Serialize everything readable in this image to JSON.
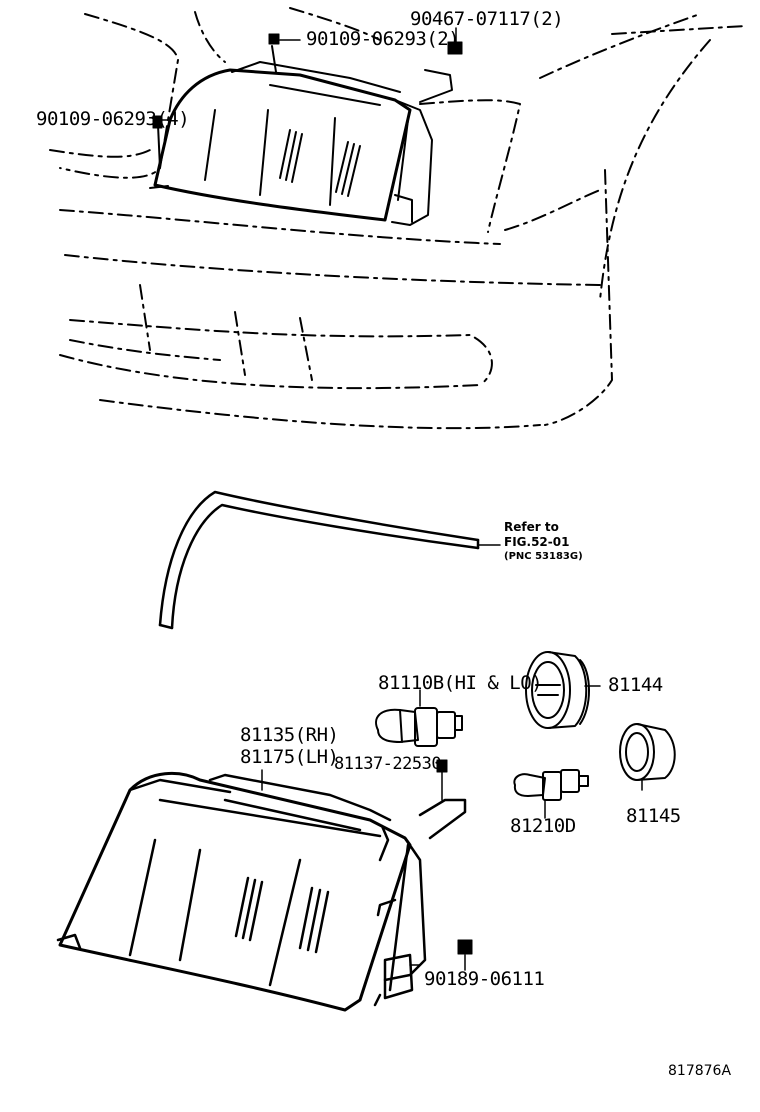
{
  "callouts": {
    "screw_upper": "90109-06293(2)",
    "clip_upper": "90467-07117(2)",
    "screw_left": "90109-06293(4)",
    "bulb_hi_lo": "81110B(HI & LO)",
    "headlamp_rh": "81135(RH)",
    "headlamp_lh": "81175(LH)",
    "screw_lamp": "81137-22530",
    "cap_large": "81144",
    "cap_small": "81145",
    "bulb_small": "81210D",
    "nut_lower": "90189-06111"
  },
  "reference": {
    "line1": "Refer to",
    "line2": "FIG.52-01",
    "line3": "(PNC 53183G)"
  },
  "figure_code": "817876A"
}
